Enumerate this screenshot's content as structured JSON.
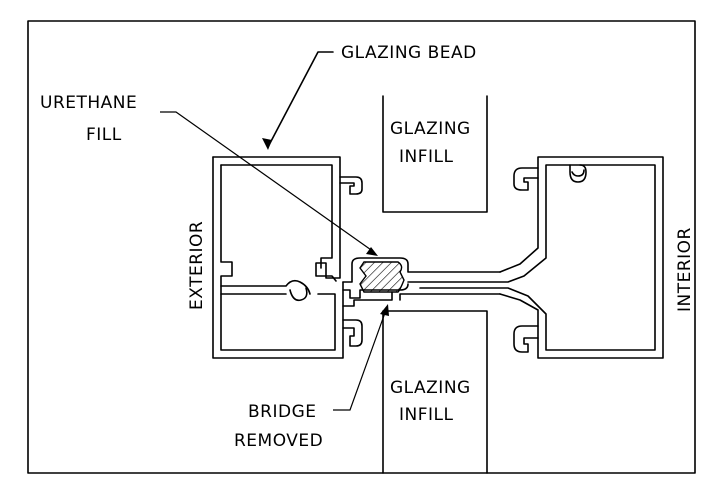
{
  "labels": {
    "glazing_bead": "GLAZING  BEAD",
    "urethane_fill_line1": "URETHANE",
    "urethane_fill_line2": "FILL",
    "glazing_infill_top_line1": "GLAZING",
    "glazing_infill_top_line2": "INFILL",
    "glazing_infill_bottom_line1": "GLAZING",
    "glazing_infill_bottom_line2": "INFILL",
    "exterior": "EXTERIOR",
    "interior": "INTERIOR",
    "bridge_removed_line1": "BRIDGE",
    "bridge_removed_line2": "REMOVED"
  },
  "colors": {
    "line": "#000000",
    "background": "#ffffff"
  }
}
